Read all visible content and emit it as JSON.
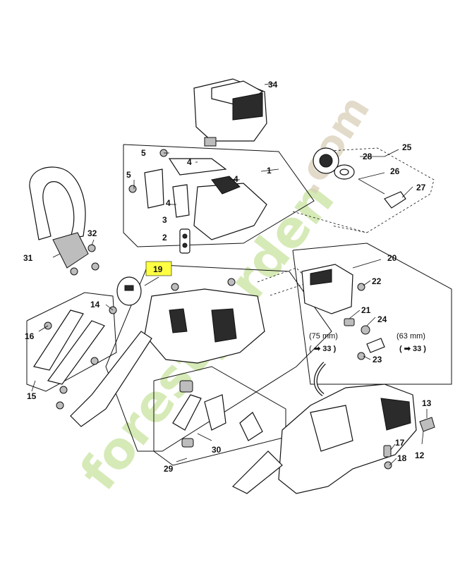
{
  "diagram": {
    "labels": {
      "l1": "1",
      "l2": "2",
      "l3": "3",
      "l4a": "4",
      "l4b": "4",
      "l5a": "5",
      "l5b": "5",
      "l12": "12",
      "l13": "13",
      "l14": "14",
      "l15": "15",
      "l16": "16",
      "l17": "17",
      "l18": "18",
      "l19": "19",
      "l20": "20",
      "l21": "21",
      "l22": "22",
      "l23": "23",
      "l24": "24",
      "l25": "25",
      "l26": "26",
      "l27": "27",
      "l28": "28",
      "l29": "29",
      "l30": "30",
      "l31": "31",
      "l32": "32",
      "l34": "34"
    },
    "notes": {
      "mm75": "(75 mm)",
      "mm63": "(63 mm)",
      "ref75": "➡ 33 )",
      "ref63": "( ➡ 33 )",
      "ref75open": "("
    },
    "highlight_color": "#ffff44"
  },
  "watermark": {
    "green_text": "forestgarden",
    "dot_com": ".com",
    "green_color": "#c9e4a0",
    "beige_color": "#d8cdb4"
  }
}
